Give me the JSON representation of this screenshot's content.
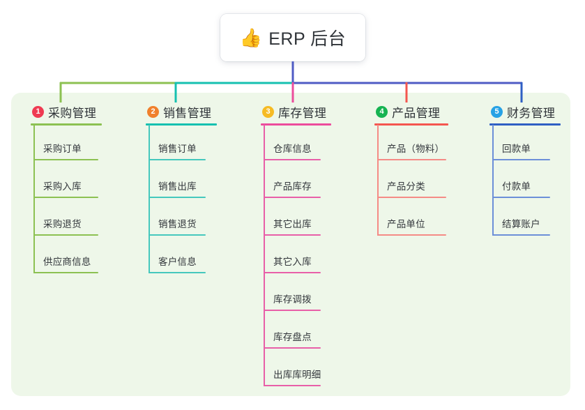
{
  "diagram": {
    "title_card": {
      "icon": "thumbs-up-icon",
      "emoji": "👍",
      "text": "ERP 后台"
    },
    "panel_color": "#eef7e9",
    "columns": [
      {
        "index": "1",
        "title": "采购管理",
        "badge_color": "#ef3b52",
        "rule_color": "#8cc152",
        "line_color": "#8cc152",
        "items": [
          "采购订单",
          "采购入库",
          "采购退货",
          "供应商信息"
        ]
      },
      {
        "index": "2",
        "title": "销售管理",
        "badge_color": "#f0802c",
        "rule_color": "#16c0b0",
        "line_color": "#45c8bd",
        "items": [
          "销售订单",
          "销售出库",
          "销售退货",
          "客户信息"
        ]
      },
      {
        "index": "3",
        "title": "库存管理",
        "badge_color": "#f6bb24",
        "rule_color": "#ec4c9c",
        "line_color": "#e85fa8",
        "items": [
          "仓库信息",
          "产品库存",
          "其它出库",
          "其它入库",
          "库存调拨",
          "库存盘点",
          "出库库明细"
        ]
      },
      {
        "index": "4",
        "title": "产品管理",
        "badge_color": "#16b352",
        "rule_color": "#f4564f",
        "line_color": "#f58b86",
        "items": [
          "产品（物料）",
          "产品分类",
          "产品单位"
        ]
      },
      {
        "index": "5",
        "title": "财务管理",
        "badge_color": "#27a2e5",
        "rule_color": "#2f5fc4",
        "line_color": "#6c8fd8",
        "items": [
          "回款单",
          "付款单",
          "结算账户"
        ]
      }
    ],
    "connectors": {
      "trunk_color": "#4f5bc4",
      "bus_left_color": "#8cc152",
      "bus_mid_color": "#16c0b0",
      "bus_right_color": "#4f5bc4"
    }
  }
}
